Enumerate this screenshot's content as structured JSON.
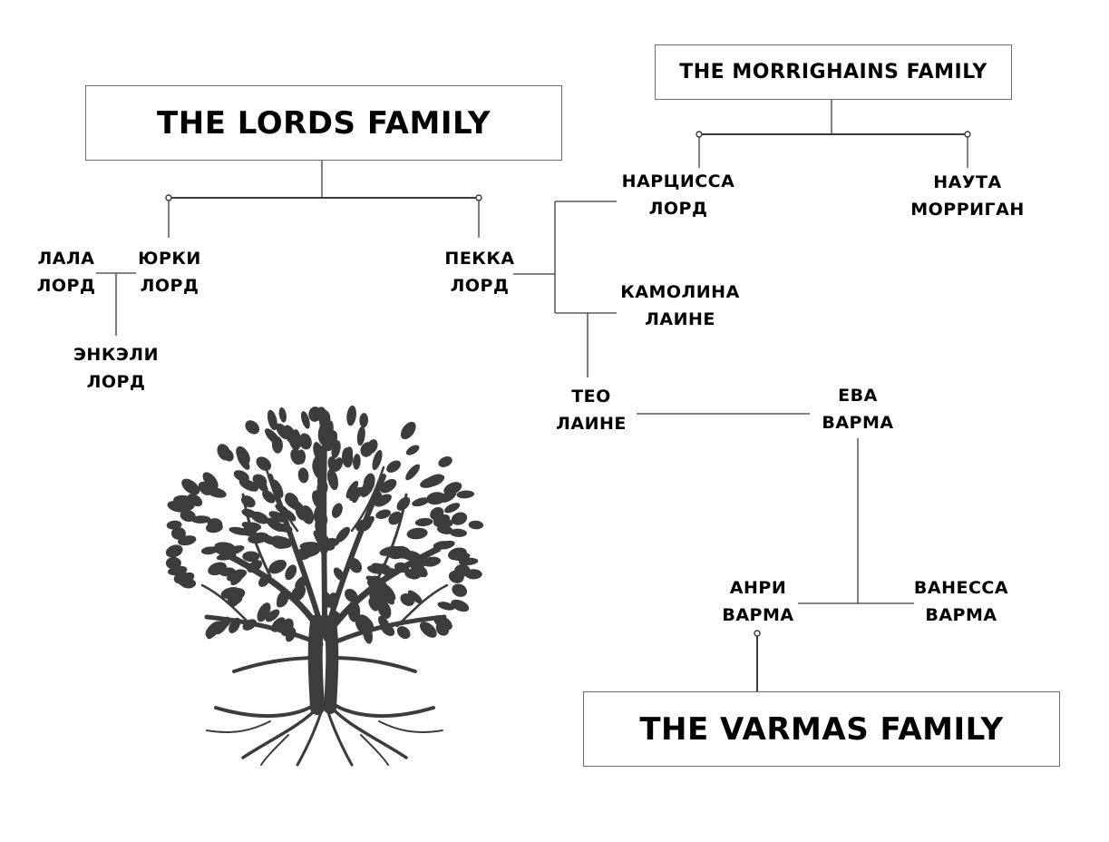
{
  "families": {
    "lords": "THE LORDS FAMILY",
    "morrighains": "THE MORRIGHAINS FAMILY",
    "varmas": "THE VARMAS FAMILY"
  },
  "people": {
    "lala": {
      "first": "ЛАЛА",
      "last": "ЛОРД"
    },
    "yurki": {
      "first": "ЮРКИ",
      "last": "ЛОРД"
    },
    "enkeli": {
      "first": "ЭНКЭЛИ",
      "last": "ЛОРД"
    },
    "pekka": {
      "first": "ПЕККА",
      "last": "ЛОРД"
    },
    "nartsissa": {
      "first": "НАРЦИССА",
      "last": "ЛОРД"
    },
    "nauta": {
      "first": "НАУТА",
      "last": "МОРРИГАН"
    },
    "kamolina": {
      "first": "КАМОЛИНА",
      "last": "ЛАИНЕ"
    },
    "teo": {
      "first": "ТЕО",
      "last": "ЛАИНЕ"
    },
    "eva": {
      "first": "ЕВА",
      "last": "ВАРМА"
    },
    "anri": {
      "first": "АНРИ",
      "last": "ВАРМА"
    },
    "vanessa": {
      "first": "ВАНЕССА",
      "last": "ВАРМА"
    }
  },
  "colors": {
    "line": "#3a3a3a",
    "box_border": "#6e6e6e",
    "tree": "#3c3c3c"
  },
  "illustration": "tree-of-life-icon"
}
